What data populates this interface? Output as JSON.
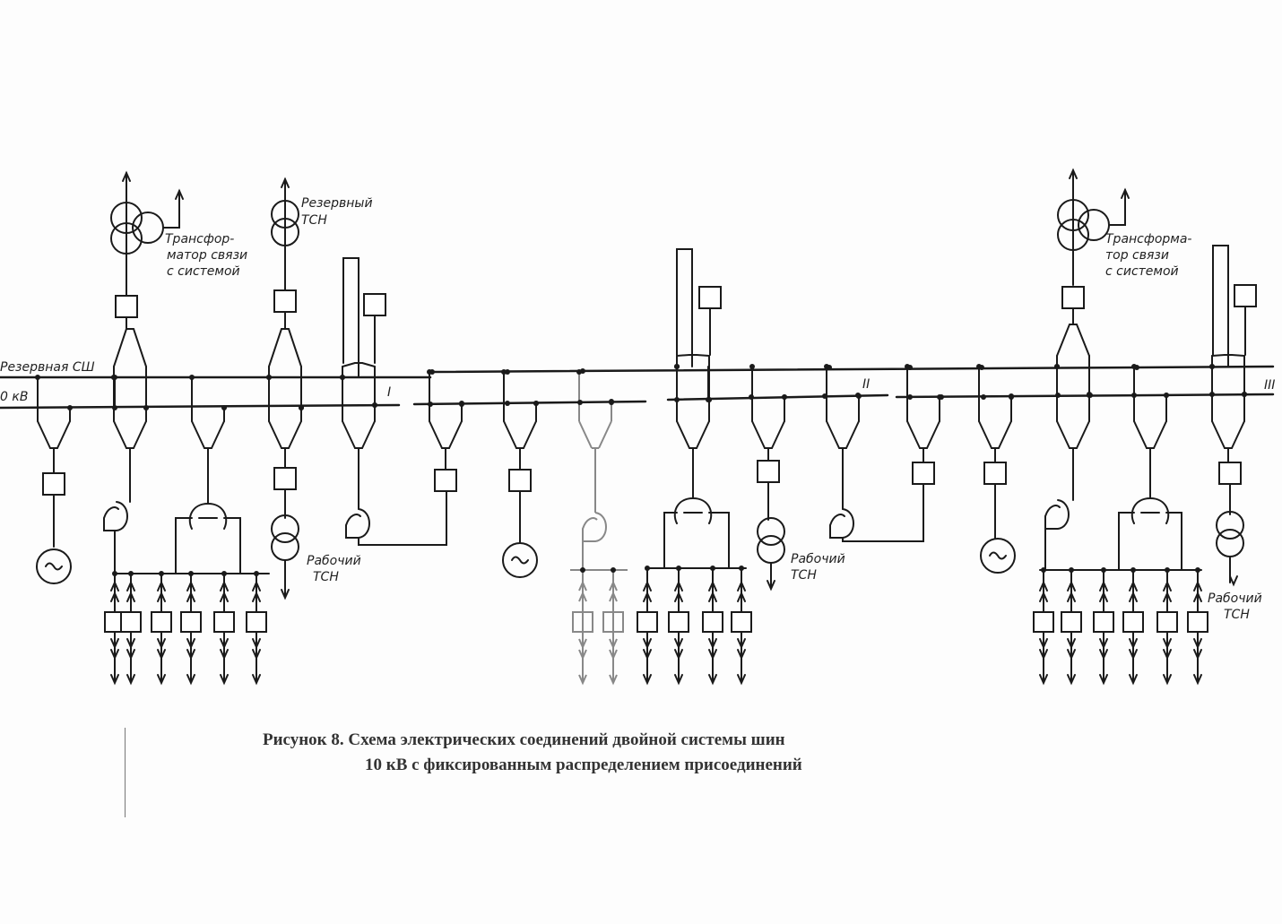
{
  "labels": {
    "reserve_bus": "Резервная СШ",
    "voltage": "0 кВ",
    "section_1": "I",
    "section_2": "II",
    "section_3": "III",
    "tr_link_left": [
      "Трансфор-",
      "матор связи",
      "с системой"
    ],
    "tr_link_right": [
      "Трансформа-",
      "тор связи",
      "с системой"
    ],
    "reserve_tsn": [
      "Резервный",
      "ТСН"
    ],
    "working_tsn_1": [
      "Рабочий",
      "ТСН"
    ],
    "working_tsn_2": [
      "Рабочий",
      "ТСН"
    ],
    "working_tsn_3": [
      "Рабочий",
      "ТСН"
    ]
  },
  "caption": {
    "line1": "Рисунок 8. Схема электрических соединений двойной системы шин",
    "line2": "10 кВ  с фиксированным распределением присоединений"
  },
  "colors": {
    "ink": "#1a1a1a",
    "faded_ink": "#888888"
  }
}
